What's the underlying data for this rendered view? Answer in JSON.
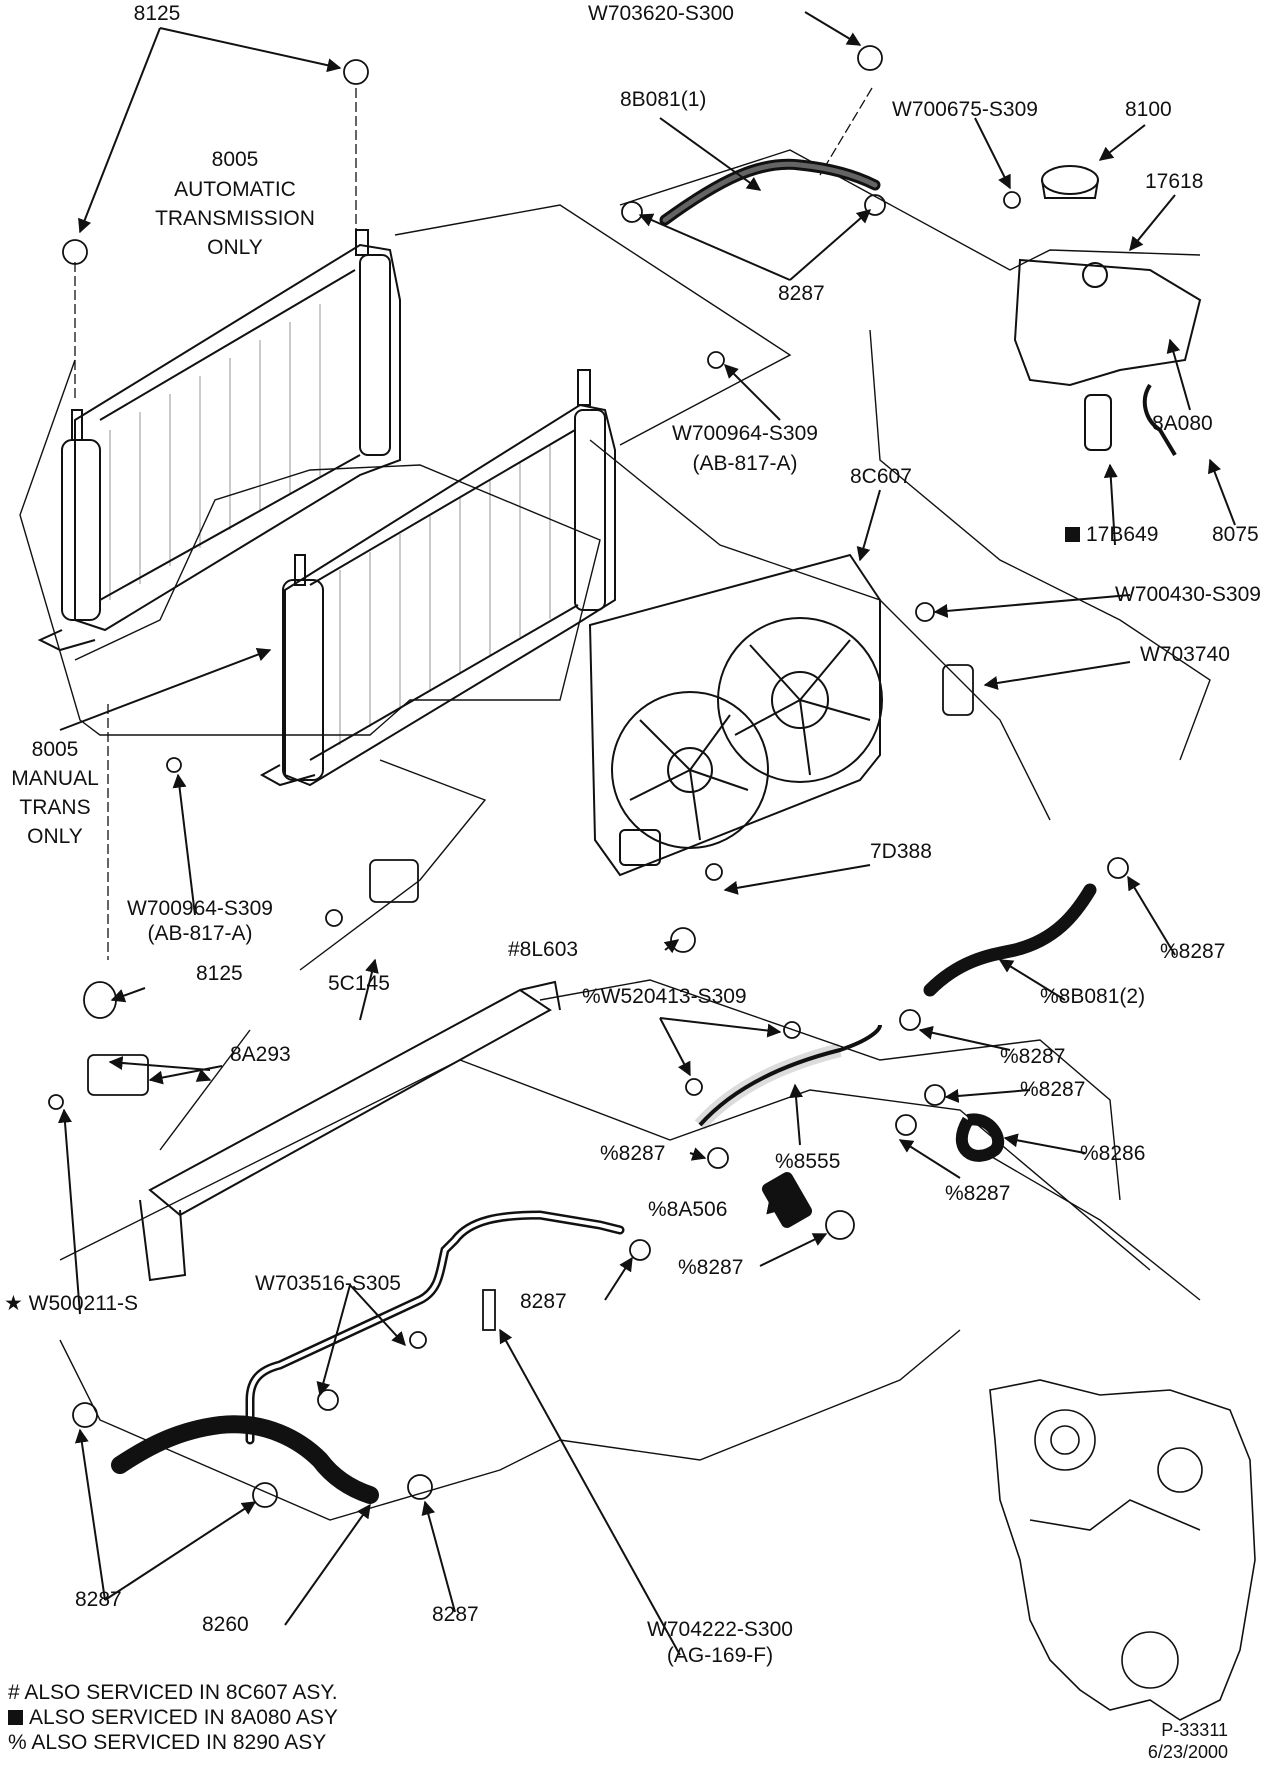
{
  "labels": {
    "l8125_top": "8125",
    "w703620": "W703620-S300",
    "l8b081_1": "8B081(1)",
    "w700675": "W700675-S309",
    "l8100": "8100",
    "l17618": "17618",
    "l8005_auto_1": "8005",
    "l8005_auto_2": "AUTOMATIC",
    "l8005_auto_3": "TRANSMISSION",
    "l8005_auto_4": "ONLY",
    "l8287_a": "8287",
    "l8a080": "8A080",
    "w700964_a_1": "W700964-S309",
    "w700964_a_2": "(AB-817-A)",
    "l8c607": "8C607",
    "l17b649": "17B649",
    "l8075": "8075",
    "w700430": "W700430-S309",
    "w703740": "W703740",
    "l8005_man_1": "8005",
    "l8005_man_2": "MANUAL",
    "l8005_man_3": "TRANS",
    "l8005_man_4": "ONLY",
    "l7d388": "7D388",
    "w700964_b_1": "W700964-S309",
    "w700964_b_2": "(AB-817-A)",
    "l8l603": "#8L603",
    "pct8287_b": "%8287",
    "l8125_mid": "8125",
    "l5c145": "5C145",
    "w520413": "%W520413-S309",
    "pct8b081_2": "%8B081(2)",
    "l8a293": "8A293",
    "pct8287_c": "%8287",
    "pct8287_d": "%8287",
    "pct8287_e": "%8287",
    "pct8555": "%8555",
    "pct8286": "%8286",
    "pct8287_f": "%8287",
    "pct8a506": "%8A506",
    "pct8287_g": "%8287",
    "w500211": "★ W500211-S",
    "w703516": "W703516-S305",
    "l8287_h": "8287",
    "l8287_i": "8287",
    "l8260": "8260",
    "l8287_j": "8287",
    "w704222_1": "W704222-S300",
    "w704222_2": "(AG-169-F)"
  },
  "legend": {
    "hash": "# ALSO SERVICED IN 8C607 ASY.",
    "square_text": "ALSO SERVICED IN 8A080 ASY",
    "percent": "% ALSO SERVICED IN 8290 ASY"
  },
  "figure": {
    "number": "P-33311",
    "date": "6/23/2000"
  }
}
